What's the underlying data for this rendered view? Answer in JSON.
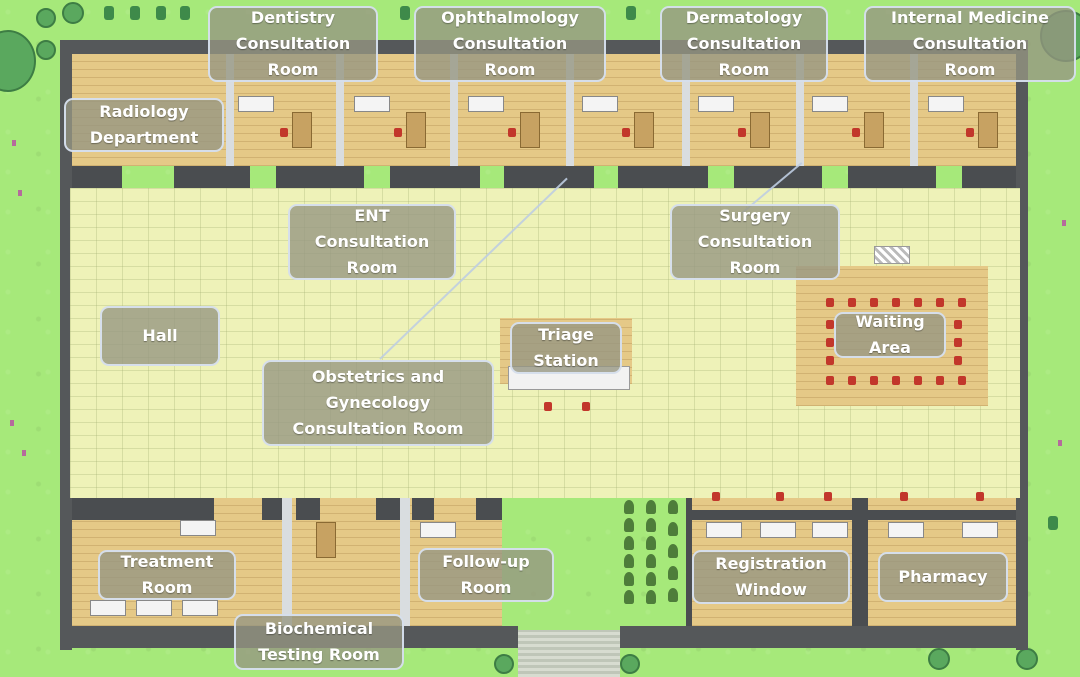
{
  "map": {
    "colors": {
      "grass": "#a6e97a",
      "wall": "#55585a",
      "floor": "#eef2b8",
      "wood": "#e5c987",
      "label_bg": "#96967f",
      "label_border": "#dce6f5"
    },
    "rooms": [
      {
        "id": "dentistry",
        "label": "Dentistry\nConsultation\nRoom"
      },
      {
        "id": "ophthalmology",
        "label": "Ophthalmology\nConsultation\nRoom"
      },
      {
        "id": "dermatology",
        "label": "Dermatology\nConsultation\nRoom"
      },
      {
        "id": "internal-medicine",
        "label": "Internal Medicine\nConsultation\nRoom"
      },
      {
        "id": "radiology",
        "label": "Radiology\nDepartment"
      },
      {
        "id": "ent",
        "label": "ENT\nConsultation\nRoom"
      },
      {
        "id": "surgery",
        "label": "Surgery\nConsultation\nRoom"
      },
      {
        "id": "hall",
        "label": "Hall"
      },
      {
        "id": "triage",
        "label": "Triage\nStation"
      },
      {
        "id": "waiting",
        "label": "Waiting\nArea"
      },
      {
        "id": "obgyn",
        "label": "Obstetrics and\nGynecology\nConsultation Room"
      },
      {
        "id": "treatment",
        "label": "Treatment\nRoom"
      },
      {
        "id": "biochemical",
        "label": "Biochemical\nTesting Room"
      },
      {
        "id": "followup",
        "label": "Follow-up\nRoom"
      },
      {
        "id": "registration",
        "label": "Registration\nWindow"
      },
      {
        "id": "pharmacy",
        "label": "Pharmacy"
      }
    ]
  }
}
